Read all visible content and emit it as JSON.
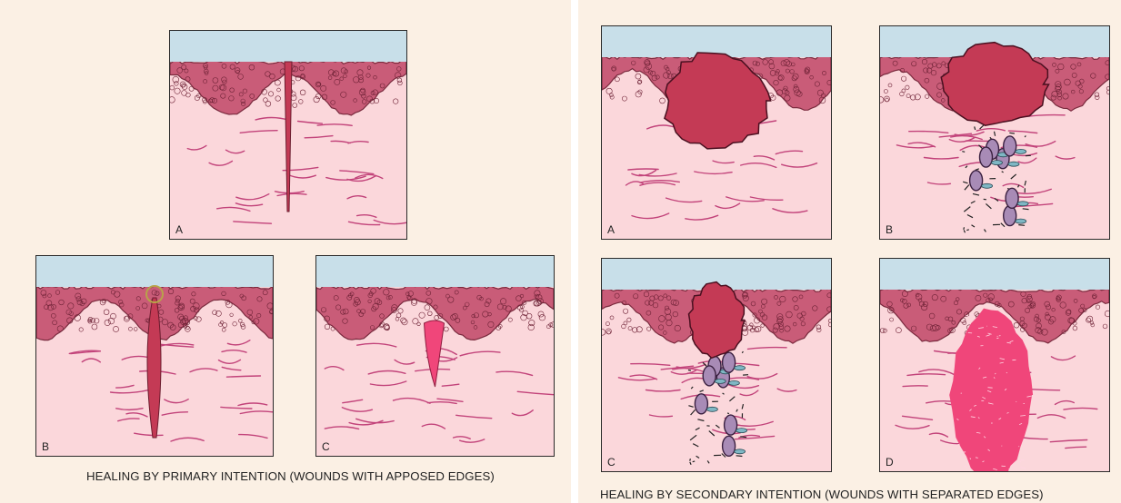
{
  "primary": {
    "caption": "HEALING BY PRIMARY INTENTION (WOUNDS WITH APPOSED EDGES)",
    "panels": [
      {
        "label": "A"
      },
      {
        "label": "B"
      },
      {
        "label": "C"
      }
    ]
  },
  "secondary": {
    "caption": "HEALING BY SECONDARY INTENTION (WOUNDS WITH SEPARATED EDGES)",
    "panels": [
      {
        "label": "A"
      },
      {
        "label": "B"
      },
      {
        "label": "C"
      },
      {
        "label": "D"
      }
    ]
  },
  "colors": {
    "sky": "#c8dfe9",
    "epidermis": "#c95c78",
    "dermis": "#fbd7db",
    "fiber": "#c2437a",
    "wound": "#c43a55",
    "scar": "#f0467a",
    "background": "#fbf0e4"
  }
}
